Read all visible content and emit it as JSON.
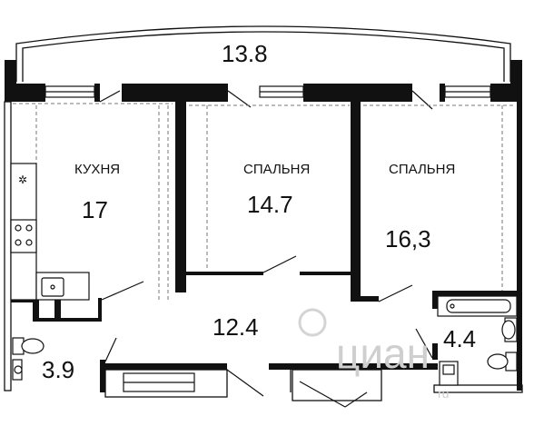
{
  "rooms": {
    "balcony": {
      "area": "13.8"
    },
    "kitchen": {
      "name": "КУХНЯ",
      "area": "17"
    },
    "bedroom_1": {
      "name": "СПАЛЬНЯ",
      "area": "14.7"
    },
    "bedroom_2": {
      "name": "СПАЛЬНЯ",
      "area": "16,3"
    },
    "hallway": {
      "area": "12.4"
    },
    "toilet": {
      "area": "3.9"
    },
    "bathroom": {
      "area": "4.4"
    }
  },
  "watermark": {
    "text": "циан",
    "suffix": "ru"
  },
  "colors": {
    "wall": "#111111",
    "watermark": "#cfcfcf"
  }
}
